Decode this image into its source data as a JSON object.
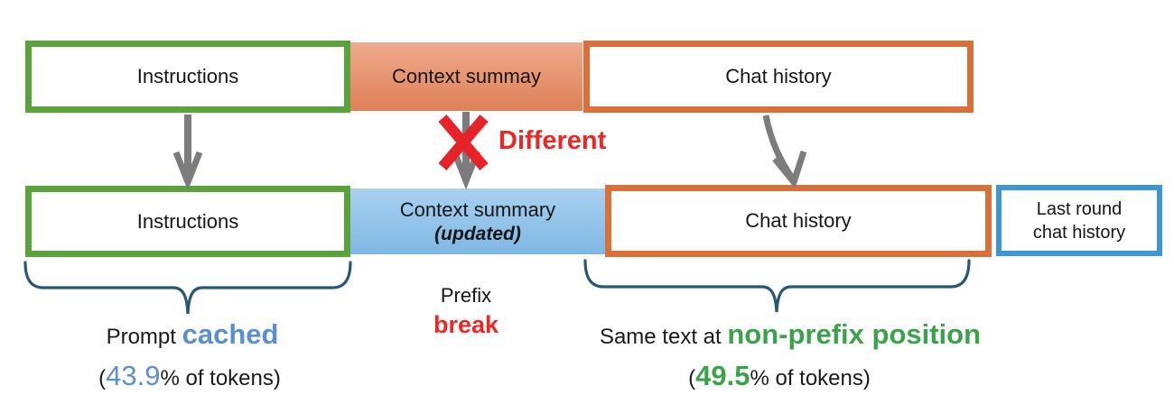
{
  "row1": {
    "instructions": "Instructions",
    "context_summary": "Context summay",
    "chat_history": "Chat history"
  },
  "row2": {
    "instructions": "Instructions",
    "context_summary_line1": "Context summary",
    "context_summary_line2": "(updated)",
    "chat_history": "Chat history",
    "last_round_line1": "Last round",
    "last_round_line2": "chat history"
  },
  "annotations": {
    "different": "Different",
    "prefix": "Prefix",
    "break_word": "break",
    "prompt_prefix": "Prompt ",
    "cached_word": "cached",
    "cached_paren": "(",
    "cached_pct": "43.9",
    "cached_rest": "% of tokens)",
    "same_text": "Same text at ",
    "non_prefix": "non-prefix position",
    "right_paren": "(",
    "right_pct": "49.5",
    "right_rest": "% of tokens)"
  },
  "colors": {
    "green_border": "#5BA23C",
    "orange_border": "#D9703A",
    "blue_border": "#3E96D2",
    "salmon_fill_top": "#EFAA8D",
    "salmon_fill_bottom": "#DE8158",
    "blue_fill_top": "#A9D1F0",
    "blue_fill_bottom": "#7FB7E3",
    "arrow_gray": "#7C7C7C",
    "red": "#EE2724",
    "brace_blue": "#265872",
    "cached_blue": "#5A8FD1",
    "text_green": "#3AA349"
  }
}
